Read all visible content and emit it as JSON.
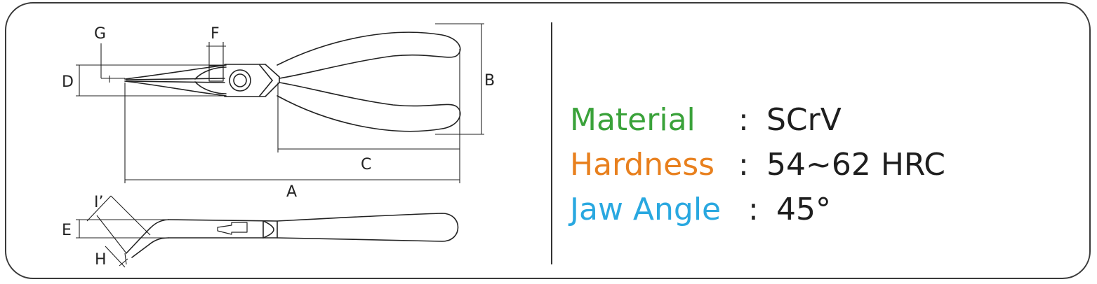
{
  "diagram": {
    "labels": {
      "A": "A",
      "B": "B",
      "C": "C",
      "D": "D",
      "E": "E",
      "F": "F",
      "G": "G",
      "H": "H",
      "I": "I’"
    }
  },
  "specs": [
    {
      "label": "Material",
      "colon": ":",
      "value": "SCrV",
      "color": "#3aa23a"
    },
    {
      "label": "Hardness",
      "colon": ":",
      "value": "54~62 HRC",
      "color": "#e8801e"
    },
    {
      "label": "Jaw Angle",
      "colon": ":",
      "value": "45°",
      "color": "#29a8e0"
    }
  ],
  "colors": {
    "line": "#222222",
    "frame": "#3a3a3a"
  }
}
